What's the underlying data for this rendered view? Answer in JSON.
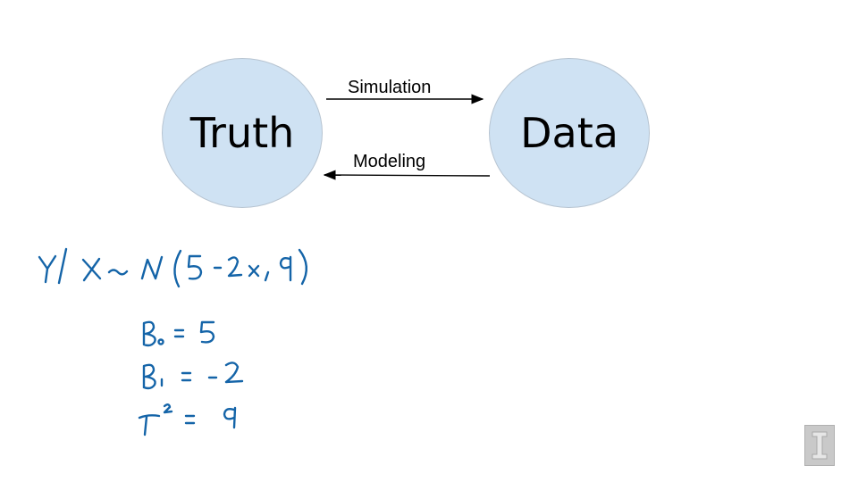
{
  "diagram": {
    "nodes": [
      {
        "id": "truth",
        "label": "Truth",
        "color": "#cfe2f3"
      },
      {
        "id": "data",
        "label": "Data",
        "color": "#cfe2f3"
      }
    ],
    "edges": [
      {
        "from": "truth",
        "to": "data",
        "label": "Simulation"
      },
      {
        "from": "data",
        "to": "truth",
        "label": "Modeling"
      }
    ]
  },
  "handwriting": {
    "ink_color": "#1464a8",
    "model": "Y|X ~ N(5-2x, 9)",
    "params": [
      "β₀ = 5",
      "β₁ = -2",
      "σ² = 9"
    ]
  },
  "logo": {
    "name": "block-i-logo"
  }
}
